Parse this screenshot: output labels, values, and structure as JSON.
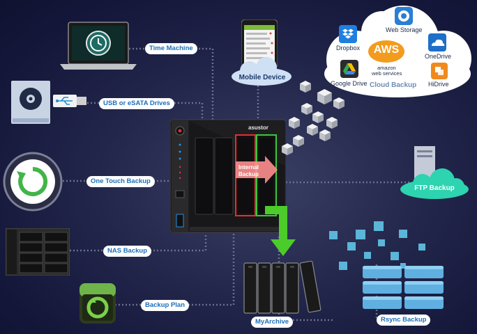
{
  "nodes": {
    "time_machine": "Time Machine",
    "usb_esata": "USB or eSATA Drives",
    "one_touch": "One Touch Backup",
    "nas_backup": "NAS Backup",
    "backup_plan": "Backup Plan",
    "mobile_device": "Mobile Device",
    "ftp_backup": "FTP Backup",
    "myarchive": "MyArchive",
    "rsync_backup": "Rsync Backup",
    "internal_backup": "Internal\nBackup",
    "brand": "asustor"
  },
  "cloud": {
    "dropbox": "Dropbox",
    "web_storage": "Web Storage",
    "onedrive": "OneDrive",
    "aws_big": "AWS",
    "aws_line1": "amazon",
    "aws_line2": "web services",
    "google_drive": "Google Drive",
    "cloud_backup": "Cloud Backup",
    "hidrive": "HiDrive"
  },
  "colors": {
    "label_text": "#1d6fb8",
    "dotted_line": "#6c7090",
    "accent_red": "#e0303a",
    "accent_green": "#3fc63f",
    "cloud_fill": "#ffffff"
  }
}
